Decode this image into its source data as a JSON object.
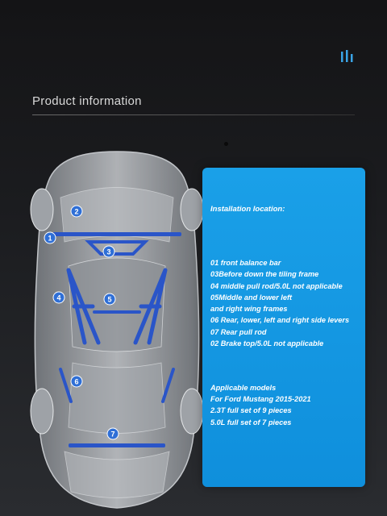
{
  "brand_icon": "brand-logo-icon",
  "section_title": "Product information",
  "markers": [
    "1",
    "2",
    "3",
    "4",
    "5",
    "6",
    "7"
  ],
  "panel": {
    "heading": "Installation location:",
    "items": [
      "01 front balance bar",
      "03Before down the tiling frame",
      "04 middle pull rod/5.0L not applicable",
      "05Middle and lower left",
      "and right wing frames",
      "06 Rear, lower, left and right side levers",
      "07 Rear pull rod",
      "02 Brake top/5.0L not applicable"
    ],
    "models_heading": "Applicable models",
    "models": [
      "For Ford Mustang 2015-2021",
      "2.3T full set of 9 pieces",
      "5.0L full set of 7 pieces"
    ]
  },
  "colors": {
    "panel_blue": "#1aa0e8",
    "marker_blue": "#2f6fd6",
    "part_blue": "#2a55c8",
    "background": "#1b1c1f"
  }
}
